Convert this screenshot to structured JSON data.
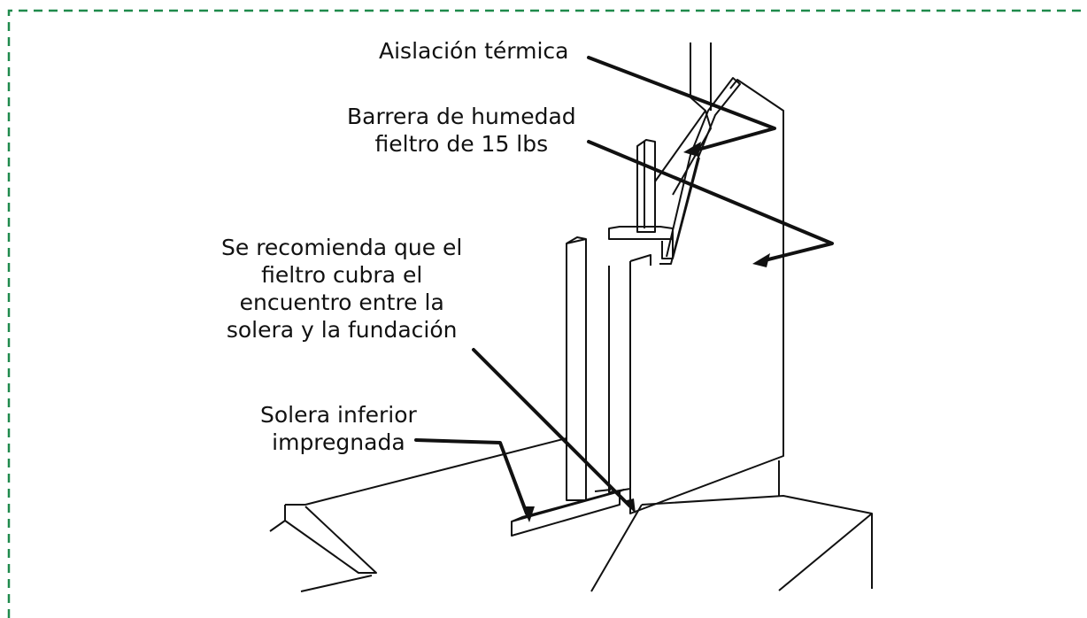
{
  "labels": {
    "insulation": "Aislación térmica",
    "moisture_barrier": [
      "Barrera de humedad",
      "fieltro de 15 lbs"
    ],
    "recommendation": [
      "Se recomienda que el",
      "fieltro cubra el",
      "encuentro entre la",
      "solera y la fundación"
    ],
    "sill_plate": [
      "Solera inferior",
      "impregnada"
    ]
  },
  "colors": {
    "border": "#1f8a4c",
    "line": "#111111",
    "background": "#ffffff"
  }
}
